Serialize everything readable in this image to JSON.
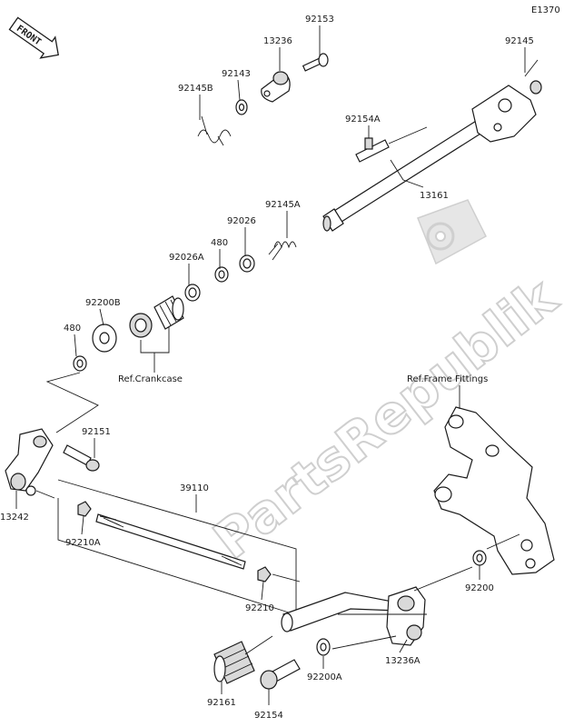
{
  "diagram_code": "E1370",
  "watermark": "PartsRepublik",
  "front_label": "FRONT",
  "labels": {
    "p92153": "92153",
    "p13236": "13236",
    "p92145": "92145",
    "p92143": "92143",
    "p92145B": "92145B",
    "p92154A": "92154A",
    "p13161": "13161",
    "p92145A": "92145A",
    "p92026": "92026",
    "p480a": "480",
    "p92026A": "92026A",
    "p92200B": "92200B",
    "p480b": "480",
    "ref_crankcase": "Ref.Crankcase",
    "ref_frame": "Ref.Frame Fittings",
    "p92151": "92151",
    "p39110": "39110",
    "p13242": "13242",
    "p92210A": "92210A",
    "p92210": "92210",
    "p92200": "92200",
    "p13236A": "13236A",
    "p92200A": "92200A",
    "p92161": "92161",
    "p92154": "92154"
  }
}
